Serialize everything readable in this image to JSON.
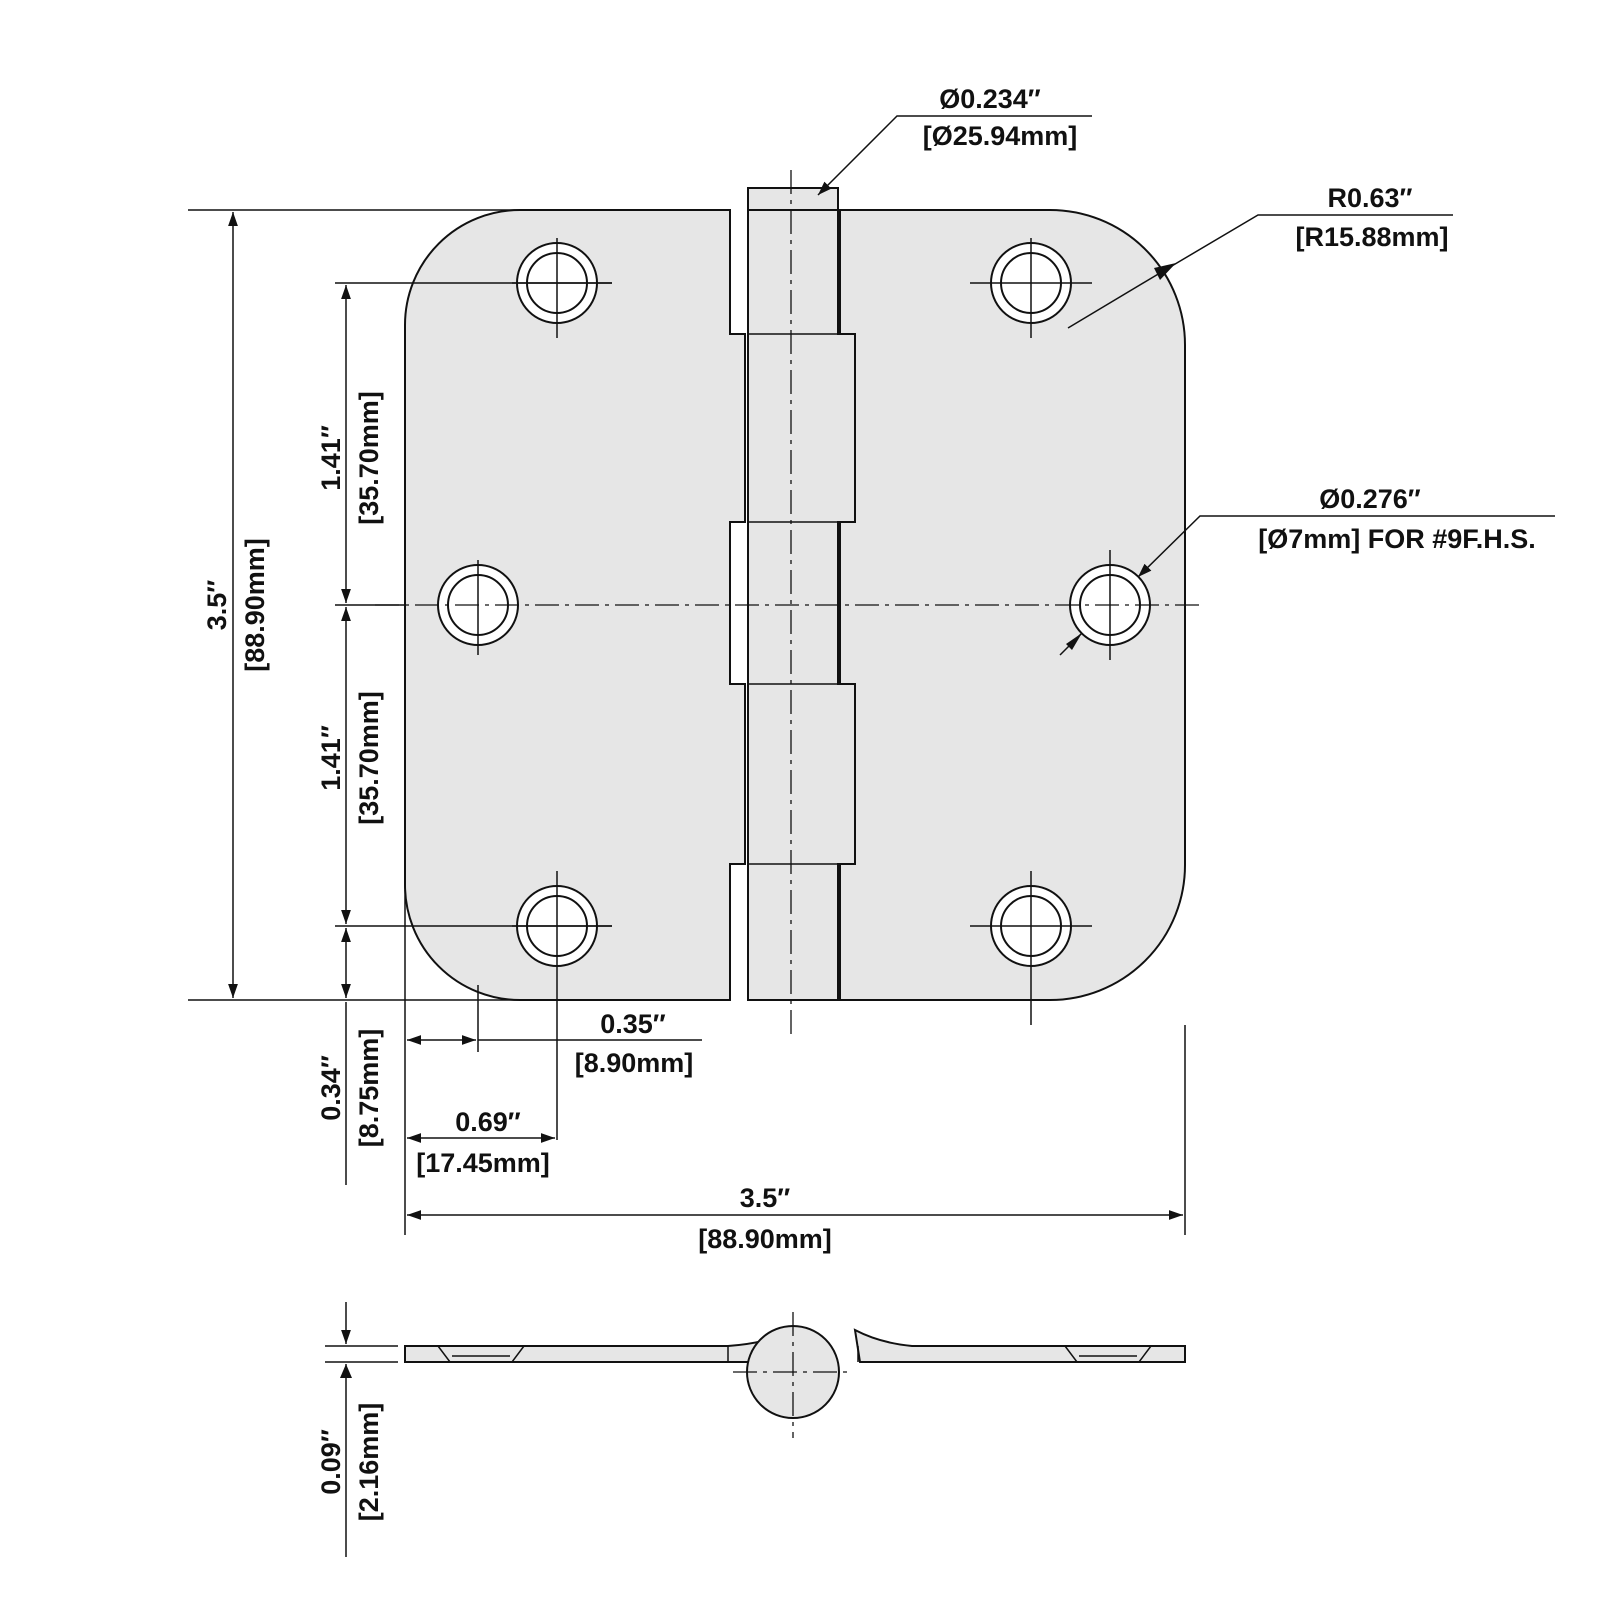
{
  "labels": {
    "pin_diameter_in": "Ø0.234″",
    "pin_diameter_mm": "[Ø25.94mm]",
    "corner_radius_in": "R0.63″",
    "corner_radius_mm": "[R15.88mm]",
    "hole_diameter_in": "Ø0.276″",
    "hole_diameter_mm": "[Ø7mm] FOR  #9F.H.S.",
    "height_in": "3.5″",
    "height_mm": "[88.90mm]",
    "upper_spacing_in": "1.41″",
    "upper_spacing_mm": "[35.70mm]",
    "lower_spacing_in": "1.41″",
    "lower_spacing_mm": "[35.70mm]",
    "edge_offset_in": "0.34″",
    "edge_offset_mm": "[8.75mm]",
    "offset_a_in": "0.35″",
    "offset_a_mm": "[8.90mm]",
    "offset_b_in": "0.69″",
    "offset_b_mm": "[17.45mm]",
    "width_in": "3.5″",
    "width_mm": "[88.90mm]",
    "thickness_in": "0.09″",
    "thickness_mm": "[2.16mm]"
  }
}
